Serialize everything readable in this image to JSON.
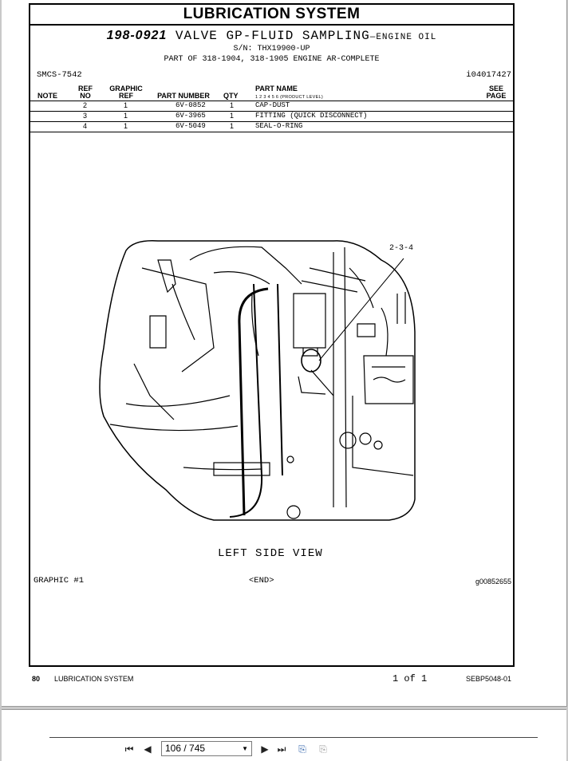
{
  "header": {
    "title": "LUBRICATION SYSTEM",
    "part_number": "198-0921",
    "part_desc": "VALVE GP-FLUID SAMPLING",
    "part_sub": "—ENGINE OIL",
    "serial": "S/N: THX19900-UP",
    "part_of": "PART OF 318-1904, 318-1905 ENGINE AR-COMPLETE",
    "smcs": "SMCS-7542",
    "illustration_id": "i04017427"
  },
  "table": {
    "col_note": "NOTE",
    "col_ref_1": "REF",
    "col_ref_2": "NO",
    "col_graphic_1": "GRAPHIC",
    "col_graphic_2": "REF",
    "col_part_number": "PART NUMBER",
    "col_qty": "QTY",
    "col_part_name": "PART NAME",
    "col_levels": "1 2 3 4 5 6  (PRODUCT LEVEL)",
    "col_see_1": "SEE",
    "col_see_2": "PAGE",
    "rows": [
      {
        "ref": "2",
        "graphic": "1",
        "part": "6V-0852",
        "qty": "1",
        "name": "CAP-DUST"
      },
      {
        "ref": "3",
        "graphic": "1",
        "part": "6V-3965",
        "qty": "1",
        "name": "FITTING (QUICK DISCONNECT)"
      },
      {
        "ref": "4",
        "graphic": "1",
        "part": "6V-5049",
        "qty": "1",
        "name": "SEAL-O-RING"
      }
    ]
  },
  "figure": {
    "callout": "2-3-4",
    "view_label": "LEFT SIDE VIEW",
    "graphic_label": "GRAPHIC #1",
    "end_label": "<END>",
    "graphic_id": "g00852655"
  },
  "footer": {
    "page_num": "80",
    "section": "LUBRICATION SYSTEM",
    "page_of": "1 of 1",
    "doc_id": "SEBP5048-01"
  },
  "viewer": {
    "page_field": "106 / 745"
  }
}
